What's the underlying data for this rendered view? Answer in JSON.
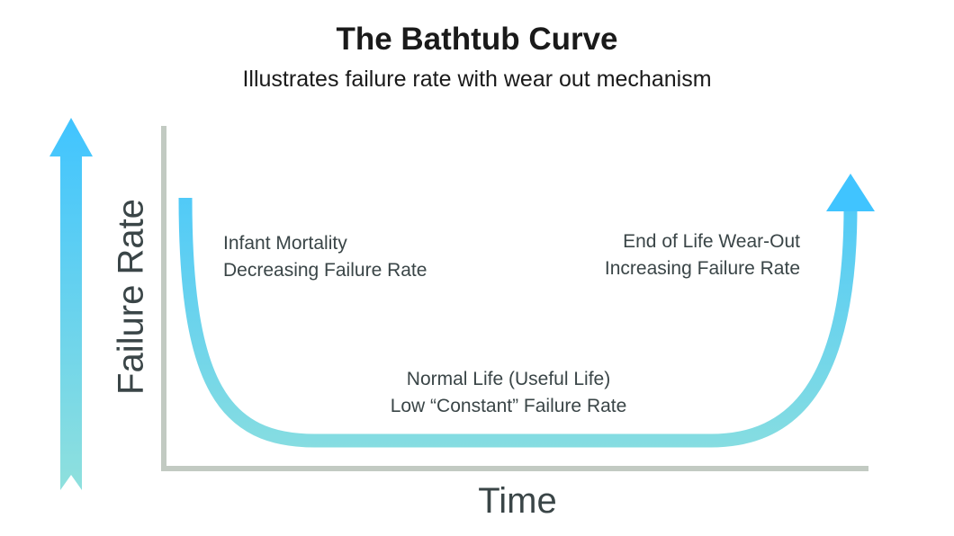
{
  "title": "The Bathtub Curve",
  "subtitle": "Illustrates failure rate with wear out mechanism",
  "axes": {
    "y_label": "Failure Rate",
    "x_label": "Time"
  },
  "regions": {
    "infant": {
      "line1": "Infant Mortality",
      "line2": "Decreasing Failure Rate"
    },
    "wearout": {
      "line1": "End of Life Wear-Out",
      "line2": "Increasing Failure Rate"
    },
    "normal": {
      "line1": "Normal Life (Useful Life)",
      "line2": "Low “Constant” Failure Rate"
    }
  },
  "colors": {
    "gradient_top": "#40c4ff",
    "gradient_bottom": "#8fe0dd",
    "axis": "#c2cac2"
  }
}
